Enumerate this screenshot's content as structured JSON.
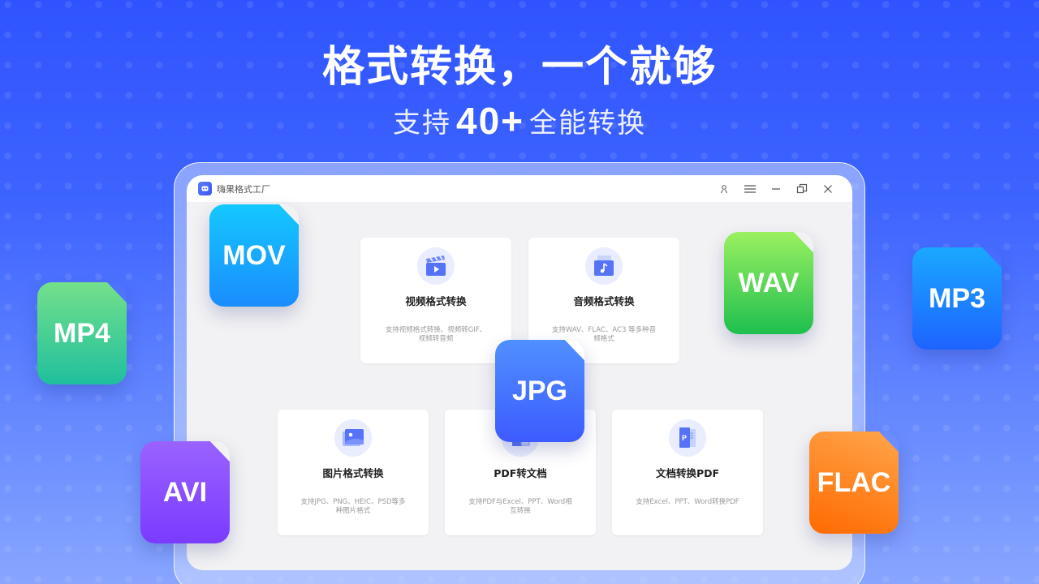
{
  "hero": {
    "headline": "格式转换，一个就够",
    "sub_prefix": "支持",
    "sub_number": "40+",
    "sub_suffix": "全能转换"
  },
  "window": {
    "app_title": "嗨果格式工厂",
    "controls": [
      "user-icon",
      "menu-icon",
      "minimize-icon",
      "restore-icon",
      "close-icon"
    ]
  },
  "cards": [
    {
      "title": "视频格式转换",
      "desc": "支持视频格式转换、视频转GIF、视频转音频",
      "icon": "video-clapper-icon"
    },
    {
      "title": "音频格式转换",
      "desc": "支持WAV、FLAC、AC3 等多种音频格式",
      "icon": "music-note-icon"
    },
    {
      "title": "图片格式转换",
      "desc": "支持JPG、PNG、HEIC、PSD等多种图片格式",
      "icon": "image-icon"
    },
    {
      "title": "PDF转文档",
      "desc": "支持PDF与Excel、PPT、Word相互转换",
      "icon": "pdf-doc-icon"
    },
    {
      "title": "文档转换PDF",
      "desc": "支持Excel、PPT、Word转换PDF",
      "icon": "doc-to-pdf-icon"
    }
  ],
  "badges": [
    {
      "label": "MOV",
      "color_top": "#14c8ff",
      "color_bottom": "#1a8cff"
    },
    {
      "label": "MP4",
      "color_top": "#74e08a",
      "color_bottom": "#1fbf9e"
    },
    {
      "label": "AVI",
      "color_top": "#9a62ff",
      "color_bottom": "#7a3bff"
    },
    {
      "label": "JPG",
      "color_top": "#4f90ff",
      "color_bottom": "#3d5bff"
    },
    {
      "label": "WAV",
      "color_top": "#9af060",
      "color_bottom": "#1fbf4f"
    },
    {
      "label": "MP3",
      "color_top": "#1aa8ff",
      "color_bottom": "#1e63ff"
    },
    {
      "label": "FLAC",
      "color_top": "#ffa54a",
      "color_bottom": "#ff6a00"
    }
  ]
}
